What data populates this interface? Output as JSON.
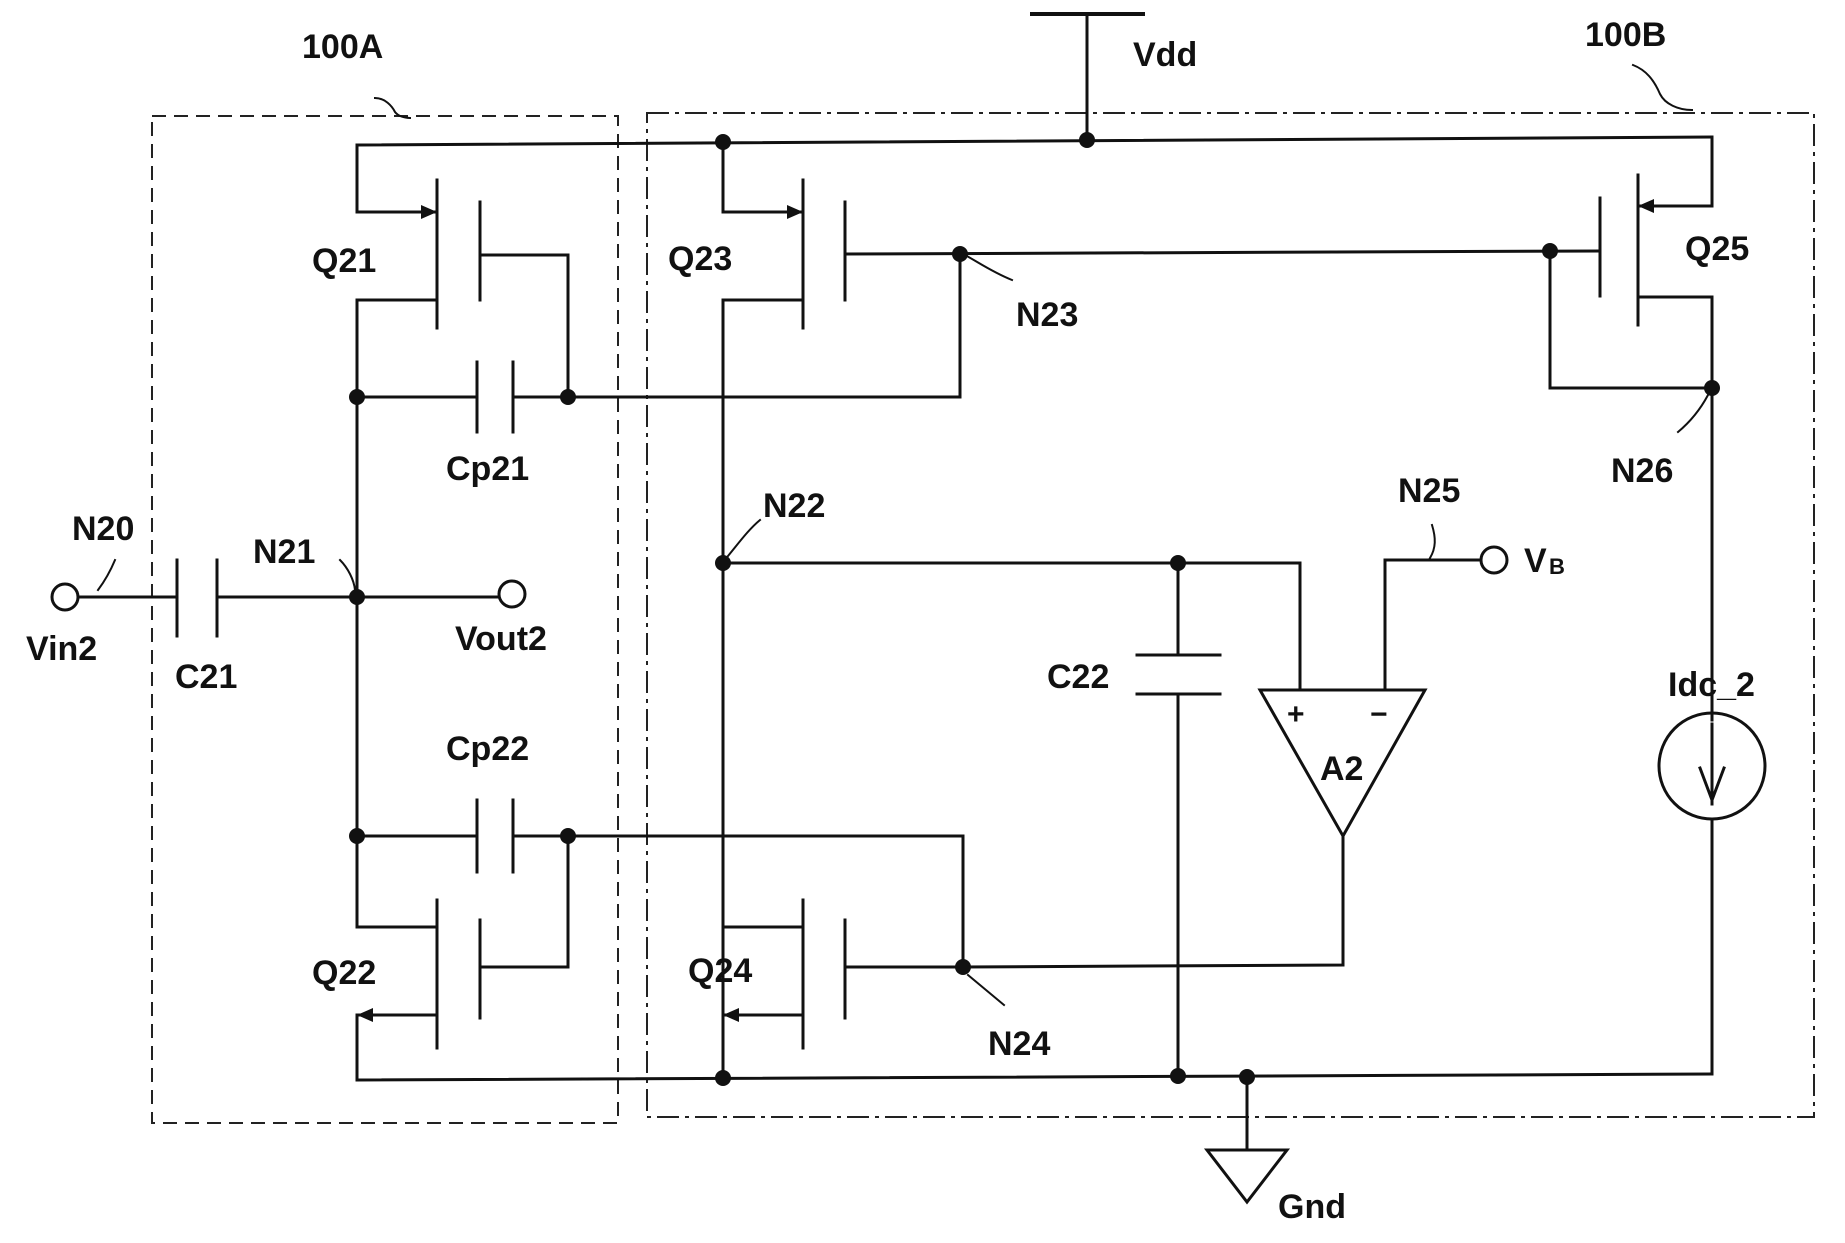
{
  "blocks": {
    "a": "100A",
    "b": "100B"
  },
  "supply": {
    "vdd": "Vdd",
    "gnd": "Gnd"
  },
  "transistors": {
    "q21": "Q21",
    "q22": "Q22",
    "q23": "Q23",
    "q24": "Q24",
    "q25": "Q25"
  },
  "capacitors": {
    "c21": "C21",
    "c22": "C22",
    "cp21": "Cp21",
    "cp22": "Cp22"
  },
  "nodes": {
    "n20": "N20",
    "n21": "N21",
    "n22": "N22",
    "n23": "N23",
    "n24": "N24",
    "n25": "N25",
    "n26": "N26"
  },
  "terminals": {
    "vin": "Vin2",
    "vout": "Vout2",
    "vb_main": "V",
    "vb_sub": "B"
  },
  "amplifier": {
    "name": "A2",
    "plus": "+",
    "minus": "−"
  },
  "current_source": {
    "name": "Idc_2"
  }
}
